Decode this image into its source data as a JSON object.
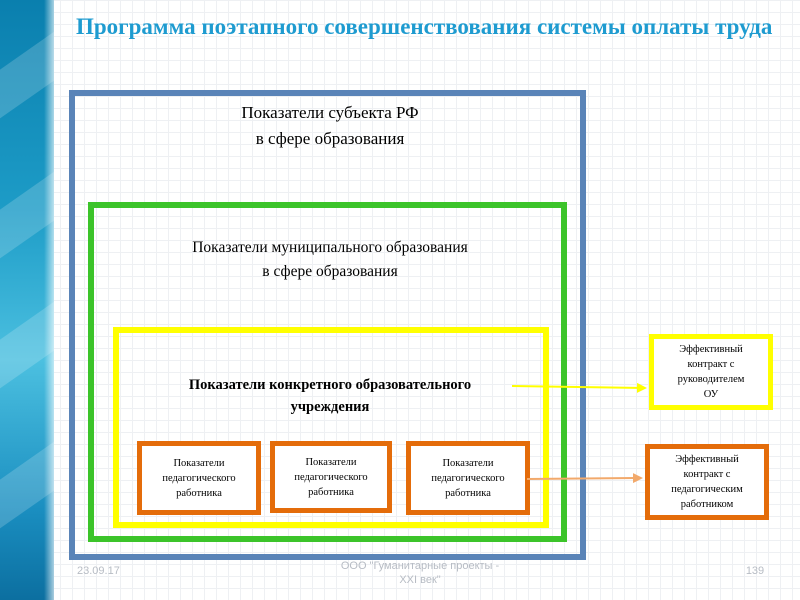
{
  "slide": {
    "title": "Программа поэтапного совершенствования системы оплаты труда"
  },
  "levels": {
    "rf": {
      "line1": "Показатели субъекта РФ",
      "line2": "в сфере образования"
    },
    "municipal": {
      "line1": "Показатели муниципального образования",
      "line2": "в сфере образования"
    },
    "institution": {
      "line1": "Показатели конкретного образовательного",
      "line2": "учреждения"
    }
  },
  "workers": [
    {
      "line1": "Показатели",
      "line2": "педагогического",
      "line3": "работника"
    },
    {
      "line1": "Показатели",
      "line2": "педагогического",
      "line3": "работника"
    },
    {
      "line1": "Показатели",
      "line2": "педагогического",
      "line3": "работника"
    }
  ],
  "contracts": {
    "head": {
      "line1": "Эффективный",
      "line2": "контракт с",
      "line3": "руководителем",
      "line4": "ОУ"
    },
    "teacher": {
      "line1": "Эффективный",
      "line2": "контракт с",
      "line3": "педагогическим",
      "line4": "работником"
    }
  },
  "footer": {
    "date": "23.09.17",
    "org_line1": "ООО \"Гуманитарные проекты -",
    "org_line2": "XXI век\"",
    "page": "139"
  },
  "colors": {
    "title": "#1e9bd0",
    "blue_frame": "#5a84b8",
    "green_frame": "#3cc42a",
    "yellow_frame": "#ffff00",
    "orange_frame": "#e46c0a"
  }
}
